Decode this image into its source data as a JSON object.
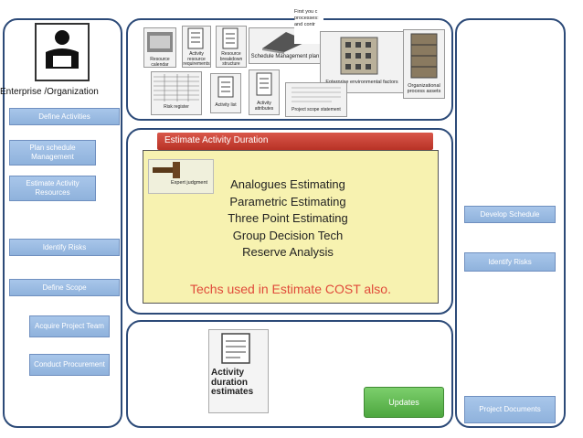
{
  "left": {
    "enterprise_label": "Enterprise /Organization",
    "buttons": [
      "Define Activities",
      "Plan schedule Management",
      "Estimate Activity Resources",
      "Identify Risks",
      "Define Scope",
      "Acquire Project Team",
      "Conduct Procurement"
    ]
  },
  "inputs": {
    "items": [
      "Resource calendar",
      "Activity resource requirements",
      "Resource breakdown structure",
      "Schedule Management plan",
      "Enterprise environmental factors",
      "Organizational process assets",
      "Risk register",
      "Activity list",
      "Activity attributes",
      "Project scope statement"
    ],
    "partial_text": "First you c processes: and contr"
  },
  "center": {
    "header": "Estimate Activity Duration",
    "tool_label": "Expert judgment",
    "techniques": [
      "Analogues Estimating",
      "Parametric Estimating",
      "Three Point Estimating",
      "Group Decision Tech",
      "Reserve Analysis"
    ],
    "note": "Techs used in Estimate COST also."
  },
  "outputs": {
    "doc_title": "Activity duration estimates",
    "updates_button": "Updates"
  },
  "right": {
    "buttons": [
      "Develop Schedule",
      "Identify Risks",
      "Project Documents"
    ]
  },
  "colors": {
    "panel_border": "#2c4a78",
    "button_blue": "#8fb2dc",
    "header_red": "#c0392b",
    "center_fill": "#f7f2b0",
    "note_red": "#e04a3a",
    "updates_green": "#5bb450"
  }
}
